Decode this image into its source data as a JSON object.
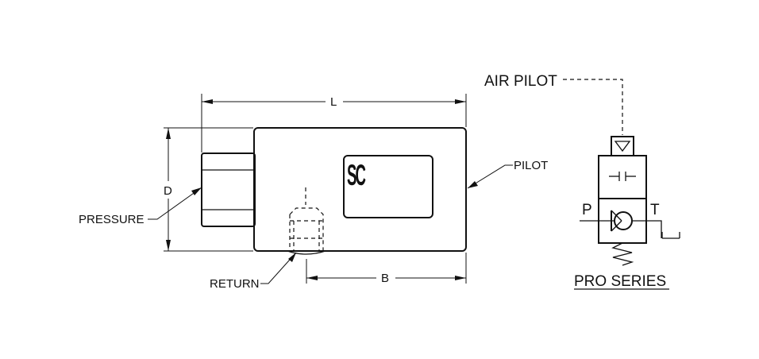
{
  "labels": {
    "length": "L",
    "diameter": "D",
    "pressure": "PRESSURE",
    "return": "RETURN",
    "b": "B",
    "pilot": "PILOT",
    "air_pilot": "AIR PILOT",
    "p_port": "P",
    "t_port": "T",
    "series": "PRO SERIES"
  },
  "logo": {
    "text": "SC"
  }
}
